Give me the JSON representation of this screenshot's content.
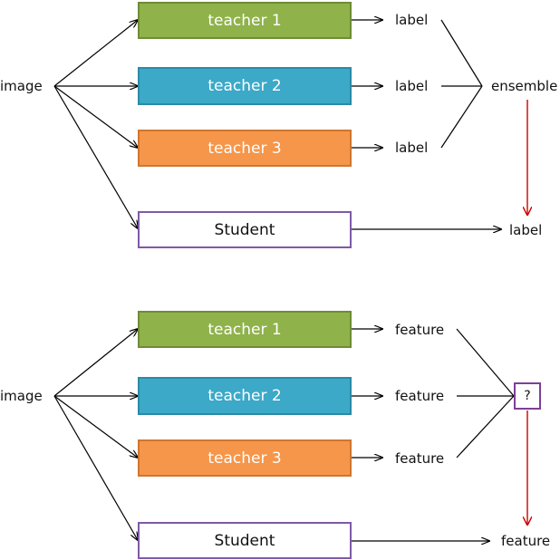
{
  "top": {
    "input": "image",
    "teachers": [
      "teacher 1",
      "teacher 2",
      "teacher 3"
    ],
    "outputs": [
      "label",
      "label",
      "label"
    ],
    "merge": "ensemble",
    "student": "Student",
    "student_output": "label"
  },
  "bottom": {
    "input": "image",
    "teachers": [
      "teacher 1",
      "teacher 2",
      "teacher 3"
    ],
    "outputs": [
      "feature",
      "feature",
      "feature"
    ],
    "merge": "?",
    "student": "Student",
    "student_output": "feature"
  },
  "colors": {
    "teacher_1": "#8fb24a",
    "teacher_2": "#3ca9c8",
    "teacher_3": "#f5964a",
    "student_border": "#7e5aa8",
    "merge_box_border": "#7e3f98",
    "distill_arrow": "#d00000"
  }
}
